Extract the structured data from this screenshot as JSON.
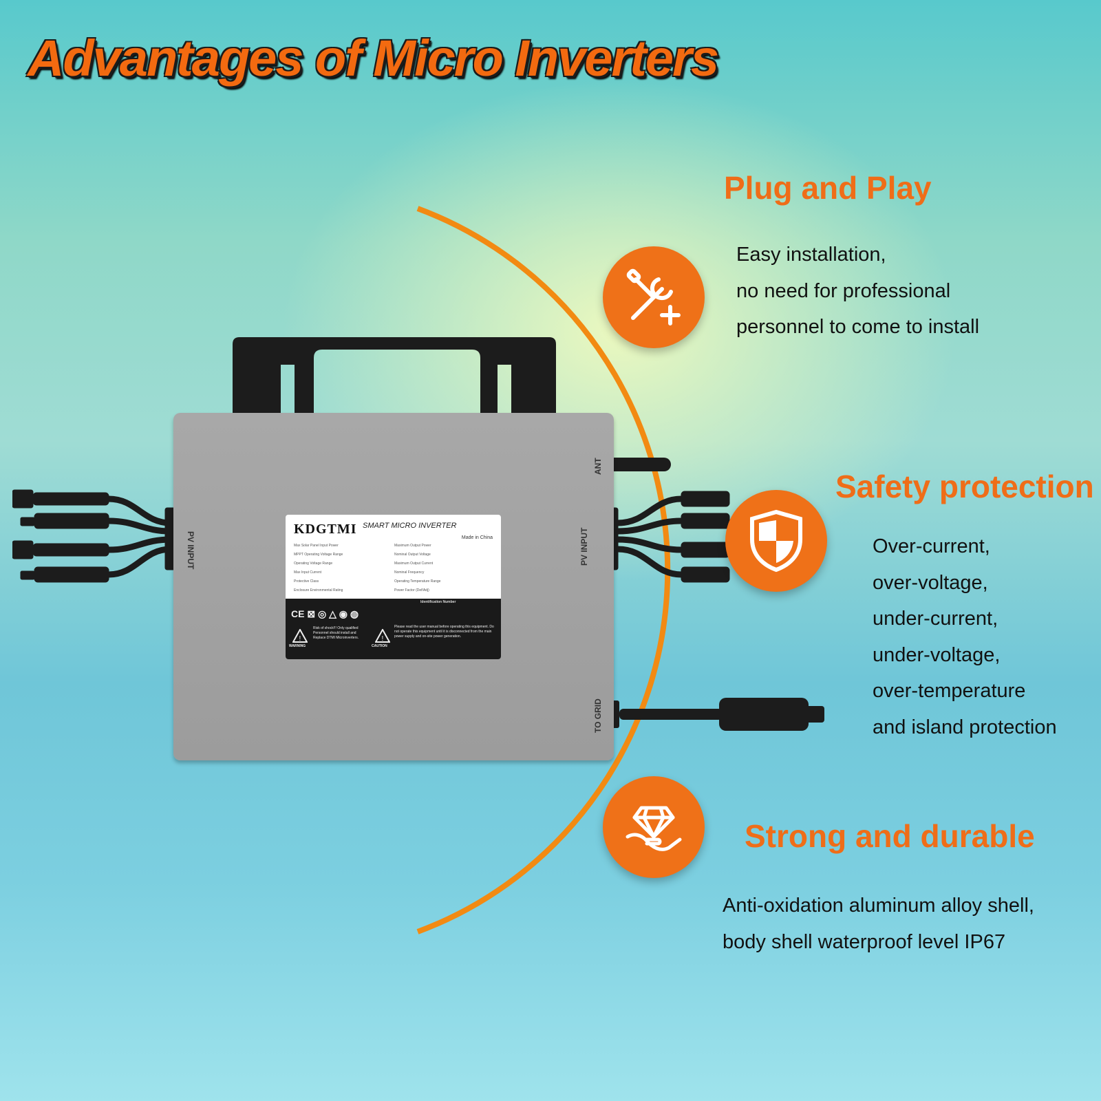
{
  "title": "Advantages of Micro Inverters",
  "colors": {
    "accent": "#ef7118",
    "title_outline": "#1b1b1b",
    "text": "#111111"
  },
  "features": [
    {
      "title": "Plug and Play",
      "icon": "tools-icon",
      "lines": [
        "Easy installation,",
        "no need for professional",
        "personnel to come to install"
      ]
    },
    {
      "title": "Safety protection",
      "icon": "shield-icon",
      "lines": [
        "Over-current,",
        "over-voltage,",
        "under-current,",
        "under-voltage,",
        "over-temperature",
        "and island protection"
      ]
    },
    {
      "title": "Strong and durable",
      "icon": "diamond-hand-icon",
      "lines": [
        "Anti-oxidation aluminum alloy shell,",
        "body shell waterproof level IP67"
      ]
    }
  ],
  "device": {
    "brand": "KDGTMI",
    "product": "SMART MICRO INVERTER",
    "made_in": "Made in China",
    "port_ant": "ANT",
    "port_pv_left": "PV INPUT",
    "port_pv_right": "PV INPUT",
    "port_grid": "TO GRID",
    "specs_left": [
      "Max Solar Panel Input Power",
      "MPPT Operating Voltage Range",
      "Operating Voltage Range",
      "Max Input Current",
      "Protective Class",
      "Enclosure Environmental Rating"
    ],
    "specs_right": [
      "Maximum Output Power",
      "Nominal Output Voltage",
      "Maximum Output Current",
      "Nominal Frequency",
      "Operating Temperature Range",
      "Power Factor (Def/Adj)"
    ],
    "id_label": "Identification Number",
    "warning_label": "WARNING",
    "warning_text": "Risk of shock!!! Only qualified Personnel should install and Replace DTMI Microinverters.",
    "caution_label": "CAUTION",
    "caution_text": "Please read the user manual before operating this equipment. Do not operate this equipment until it is disconnected from the main power supply and on-site power generation."
  }
}
